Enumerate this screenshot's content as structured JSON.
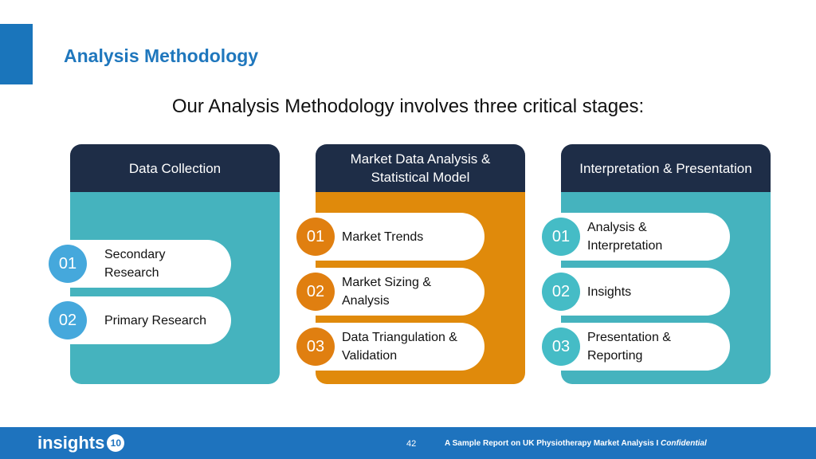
{
  "title": "Analysis Methodology",
  "subtitle": "Our Analysis Methodology involves three critical stages:",
  "columns": [
    {
      "header": "Data Collection",
      "color": "#45b3be",
      "circle_color": "#45a8dc",
      "items": [
        {
          "num": "01",
          "label": "Secondary Research"
        },
        {
          "num": "02",
          "label": "Primary Research"
        }
      ]
    },
    {
      "header": "Market Data Analysis & Statistical Model",
      "color": "#e08a0b",
      "circle_color": "#e07f10",
      "items": [
        {
          "num": "01",
          "label": "Market Trends"
        },
        {
          "num": "02",
          "label": "Market Sizing & Analysis"
        },
        {
          "num": "03",
          "label": "Data Triangulation & Validation"
        }
      ]
    },
    {
      "header": "Interpretation & Presentation",
      "color": "#45b3be",
      "circle_color": "#45bcc6",
      "items": [
        {
          "num": "01",
          "label": "Analysis & Interpretation"
        },
        {
          "num": "02",
          "label": "Insights"
        },
        {
          "num": "03",
          "label": "Presentation & Reporting"
        }
      ]
    }
  ],
  "footer": {
    "logo_text": "insights",
    "logo_badge": "10",
    "page": "42",
    "text": "A Sample Report on UK Physiotherapy Market Analysis I ",
    "confidential": "Confidential"
  }
}
